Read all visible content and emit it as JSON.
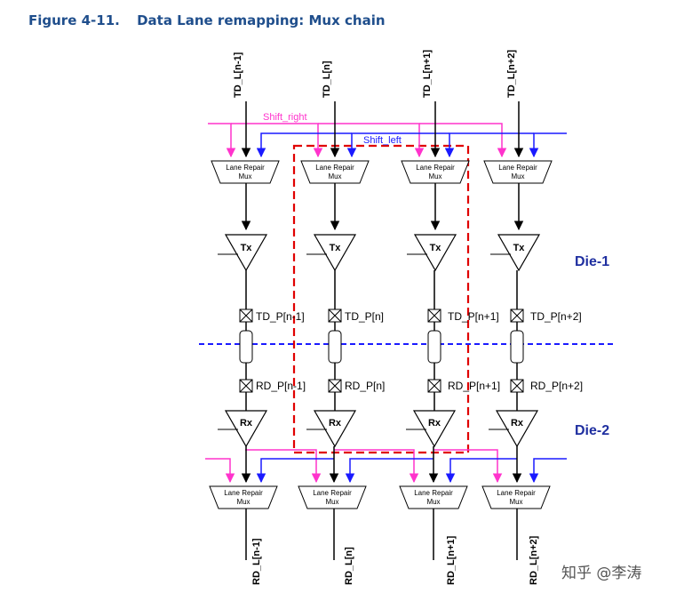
{
  "figure": {
    "number": "Figure 4-11.",
    "title": "Data Lane remapping: Mux chain"
  },
  "lanes": [
    {
      "td_l": "TD_L[n-1]",
      "td_p": "TD_P[n-1]",
      "rd_p": "RD_P[n-1]",
      "rd_l": "RD_L[n-1]"
    },
    {
      "td_l": "TD_L[n]",
      "td_p": "TD_P[n]",
      "rd_p": "RD_P[n]",
      "rd_l": "RD_L[n]"
    },
    {
      "td_l": "TD_L[n+1]",
      "td_p": "TD_P[n+1]",
      "rd_p": "RD_P[n+1]",
      "rd_l": "RD_L[n+1]"
    },
    {
      "td_l": "TD_L[n+2]",
      "td_p": "TD_P[n+2]",
      "rd_p": "RD_P[n+2]",
      "rd_l": "RD_L[n+2]"
    }
  ],
  "mux": {
    "line1": "Lane Repair",
    "line2": "Mux"
  },
  "tx_label": "Tx",
  "rx_label": "Rx",
  "signals": {
    "shift_right": "Shift_right",
    "shift_left": "Shift_left"
  },
  "dies": {
    "top": "Die-1",
    "bottom": "Die-2"
  },
  "watermark": "知乎 @李涛",
  "colors": {
    "shift_right": "#ff33cc",
    "shift_left": "#1a1aff",
    "highlight": "#e00000",
    "die_divider": "#1a1aff",
    "caption": "#1f4e8c"
  }
}
